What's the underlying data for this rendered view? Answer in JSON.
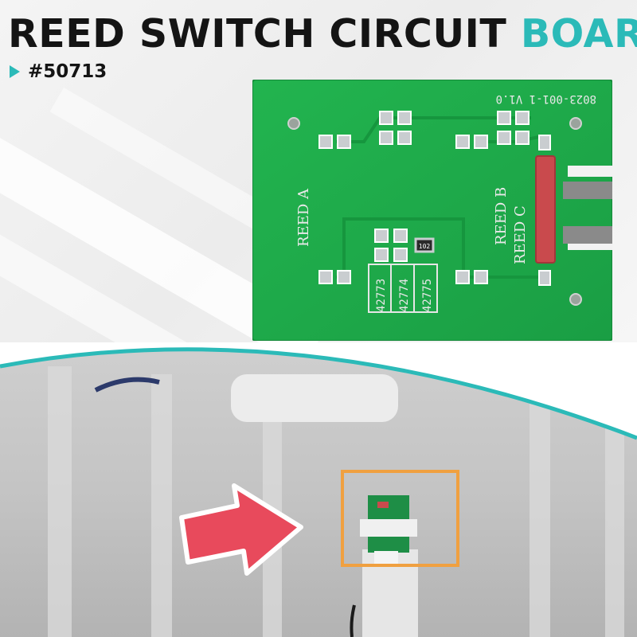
{
  "header": {
    "title_main": "REED SWITCH CIRCUIT",
    "title_accent": "BOARD",
    "part_number": "#50713"
  },
  "pcb": {
    "board_code": "8023-001-1 V1.0",
    "label_reed_a": "REED A",
    "label_reed_b": "REED B",
    "label_reed_c": "REED C",
    "resistor_code": "102",
    "part_labels": [
      "42773",
      "42774",
      "42775"
    ]
  },
  "colors": {
    "accent": "#2bbab8",
    "title": "#141414",
    "pcb_green": "#1fae4a",
    "reed_red": "#c94a4d",
    "arrow": "#e84a5c",
    "highlight_box": "#f0a040"
  },
  "icons": {
    "bullet": "arrow-icon",
    "pointer": "red-arrow-icon"
  }
}
